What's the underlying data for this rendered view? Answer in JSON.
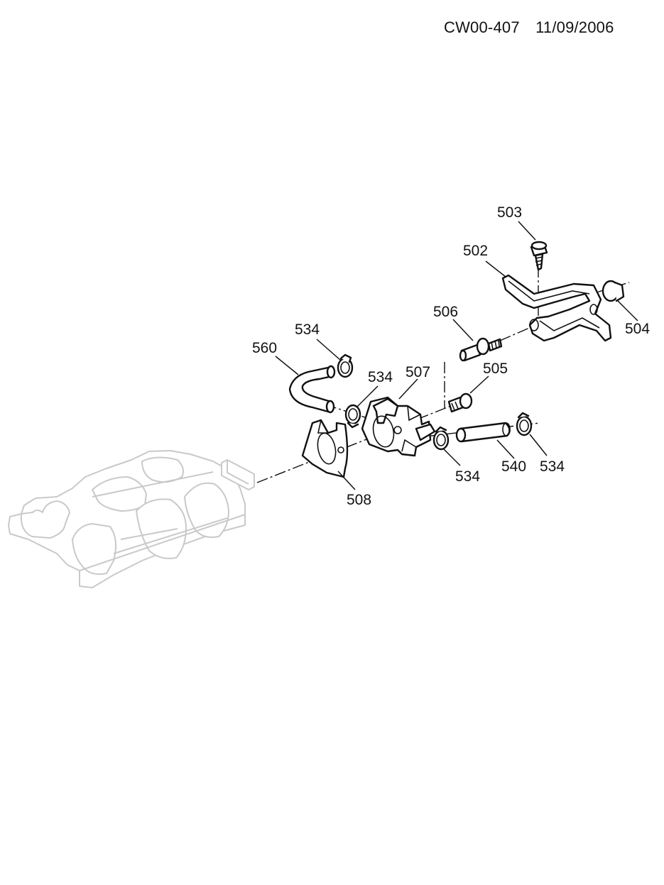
{
  "header": {
    "drawing_id": "CW00-407",
    "date": "11/09/2006"
  },
  "callouts": {
    "c503": "503",
    "c502": "502",
    "c504": "504",
    "c506": "506",
    "c505": "505",
    "c534_a": "534",
    "c560": "560",
    "c534_b": "534",
    "c507": "507",
    "c508": "508",
    "c534_c": "534",
    "c540": "540",
    "c534_d": "534"
  }
}
